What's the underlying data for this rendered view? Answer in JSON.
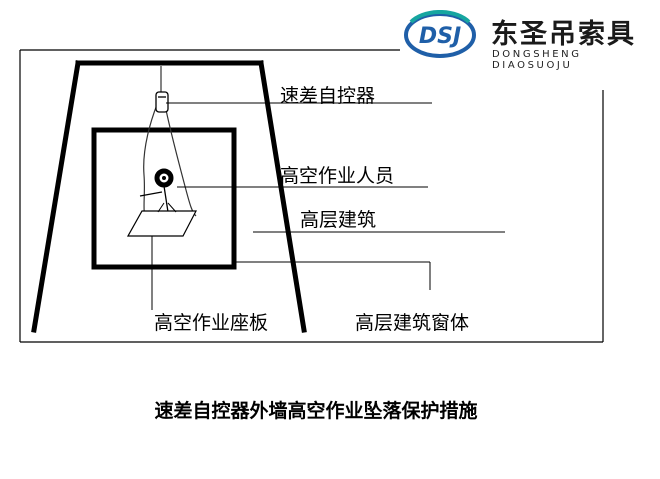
{
  "logo": {
    "mark_text": "DSJ",
    "name": "东圣吊索具",
    "subtitle": "DONGSHENG DIAOSUOJU",
    "colors": {
      "blue": "#1f5fa8",
      "teal": "#16a6a0"
    }
  },
  "labels": {
    "self_control_device": "速差自控器",
    "worker": "高空作业人员",
    "building": "高层建筑",
    "seat_board": "高空作业座板",
    "window": "高层建筑窗体"
  },
  "caption": "速差自控器外墙高空作业坠落保护措施"
}
